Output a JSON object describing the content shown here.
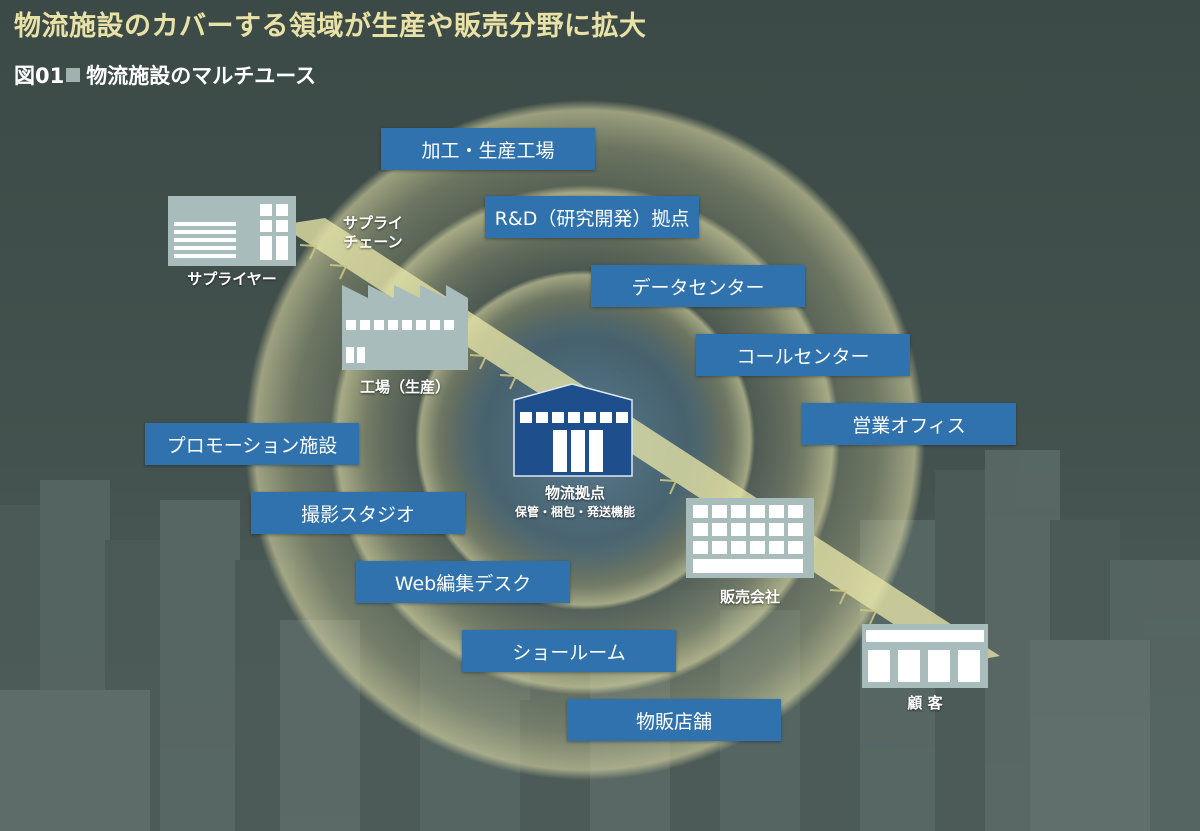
{
  "title": "物流施設のカバーする領域が生産や販売分野に拡大",
  "subtitle": {
    "figure_no": "図01",
    "text": "物流施設のマルチユース"
  },
  "chain": {
    "supplier": "サプライヤー",
    "supply_chain_line1": "サプライ",
    "supply_chain_line2": "チェーン",
    "factory": "工場（生産）",
    "hub_title": "物流拠点",
    "hub_functions": "保管・梱包・発送機能",
    "sales_company": "販売会社",
    "customer": "顧 客"
  },
  "uses": [
    "加工・生産工場",
    "R&D（研究開発）拠点",
    "データセンター",
    "コールセンター",
    "営業オフィス",
    "プロモーション施設",
    "撮影スタジオ",
    "Web編集デスク",
    "ショールーム",
    "物販店舗"
  ],
  "colors": {
    "title": "#e9e2a6",
    "box_fill": "#2f72ad",
    "hub_fill": "#1f4e8c",
    "band": "#e6e4a8",
    "icon_fill": "#a9bcbc",
    "background": "#3f4e4b"
  },
  "icons": {
    "supplier": "warehouse-icon",
    "factory": "factory-icon",
    "hub": "logistics-warehouse-icon",
    "sales": "office-building-icon",
    "customer": "store-icon"
  }
}
